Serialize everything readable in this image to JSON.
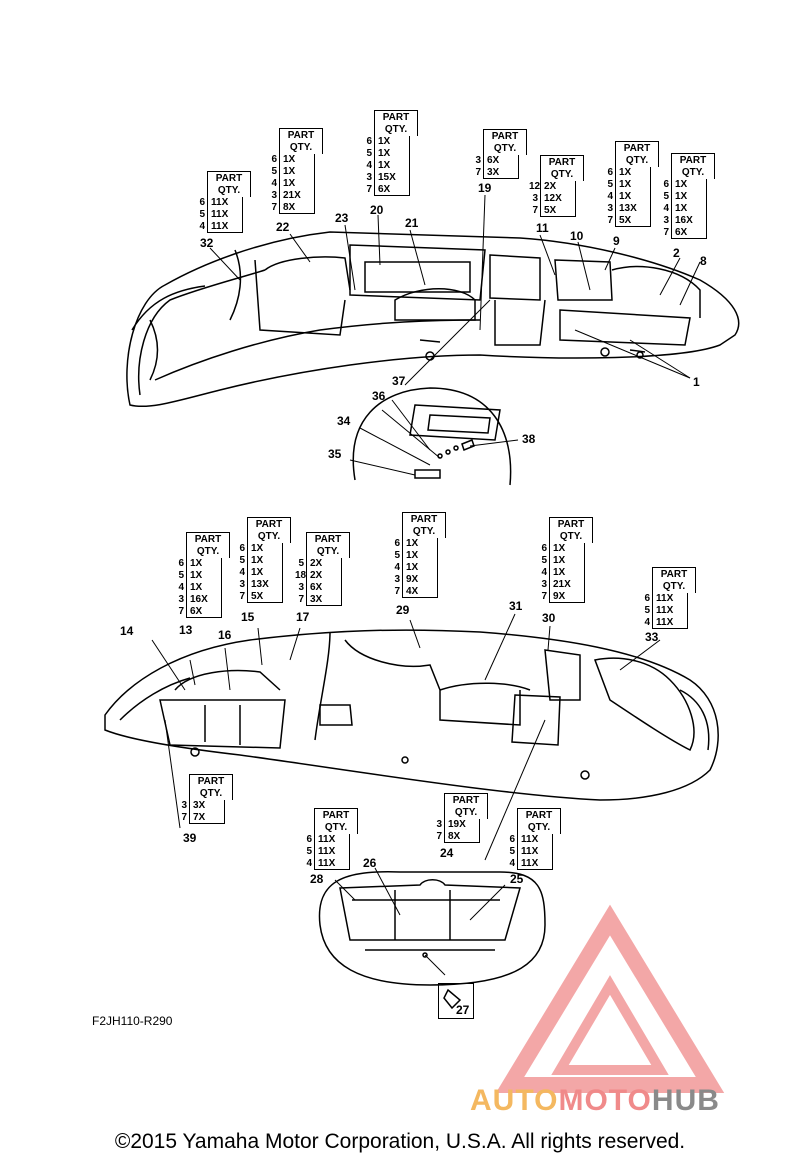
{
  "diagram_code": "F2JH110-R290",
  "copyright": "©2015 Yamaha Motor Corporation, U.S.A. All rights reserved.",
  "watermark": {
    "part1": "AUTO",
    "part2": "MOTO",
    "part3": "HUB",
    "colors": {
      "auto": "#f4b860",
      "moto": "#f08a8a",
      "hub": "#8a8a8a",
      "logo": "#f08a8a"
    }
  },
  "qty_header": "PART QTY.",
  "tables": [
    {
      "id": "t32",
      "rows": [
        [
          "6",
          "11X"
        ],
        [
          "5",
          "11X"
        ],
        [
          "4",
          "11X"
        ]
      ]
    },
    {
      "id": "t22",
      "rows": [
        [
          "6",
          "1X"
        ],
        [
          "5",
          "1X"
        ],
        [
          "4",
          "1X"
        ],
        [
          "3",
          "21X"
        ],
        [
          "7",
          "8X"
        ]
      ]
    },
    {
      "id": "t20",
      "rows": [
        [
          "6",
          "1X"
        ],
        [
          "5",
          "1X"
        ],
        [
          "4",
          "1X"
        ],
        [
          "3",
          "15X"
        ],
        [
          "7",
          "6X"
        ]
      ]
    },
    {
      "id": "t19",
      "rows": [
        [
          "3",
          "6X"
        ],
        [
          "7",
          "3X"
        ]
      ]
    },
    {
      "id": "t11",
      "rows": [
        [
          "12",
          "2X"
        ],
        [
          "3",
          "12X"
        ],
        [
          "7",
          "5X"
        ]
      ]
    },
    {
      "id": "t9",
      "rows": [
        [
          "6",
          "1X"
        ],
        [
          "5",
          "1X"
        ],
        [
          "4",
          "1X"
        ],
        [
          "3",
          "13X"
        ],
        [
          "7",
          "5X"
        ]
      ]
    },
    {
      "id": "t2",
      "rows": [
        [
          "6",
          "1X"
        ],
        [
          "5",
          "1X"
        ],
        [
          "4",
          "1X"
        ],
        [
          "3",
          "16X"
        ],
        [
          "7",
          "6X"
        ]
      ]
    },
    {
      "id": "t13",
      "rows": [
        [
          "6",
          "1X"
        ],
        [
          "5",
          "1X"
        ],
        [
          "4",
          "1X"
        ],
        [
          "3",
          "16X"
        ],
        [
          "7",
          "6X"
        ]
      ]
    },
    {
      "id": "t15",
      "rows": [
        [
          "6",
          "1X"
        ],
        [
          "5",
          "1X"
        ],
        [
          "4",
          "1X"
        ],
        [
          "3",
          "13X"
        ],
        [
          "7",
          "5X"
        ]
      ]
    },
    {
      "id": "t17",
      "rows": [
        [
          "5",
          "2X"
        ],
        [
          "18",
          "2X"
        ],
        [
          "3",
          "6X"
        ],
        [
          "7",
          "3X"
        ]
      ]
    },
    {
      "id": "t29",
      "rows": [
        [
          "6",
          "1X"
        ],
        [
          "5",
          "1X"
        ],
        [
          "4",
          "1X"
        ],
        [
          "3",
          "9X"
        ],
        [
          "7",
          "4X"
        ]
      ]
    },
    {
      "id": "t30",
      "rows": [
        [
          "6",
          "1X"
        ],
        [
          "5",
          "1X"
        ],
        [
          "4",
          "1X"
        ],
        [
          "3",
          "21X"
        ],
        [
          "7",
          "9X"
        ]
      ]
    },
    {
      "id": "t33",
      "rows": [
        [
          "6",
          "11X"
        ],
        [
          "5",
          "11X"
        ],
        [
          "4",
          "11X"
        ]
      ]
    },
    {
      "id": "t39",
      "rows": [
        [
          "3",
          "3X"
        ],
        [
          "7",
          "7X"
        ]
      ]
    },
    {
      "id": "t28",
      "rows": [
        [
          "6",
          "11X"
        ],
        [
          "5",
          "11X"
        ],
        [
          "4",
          "11X"
        ]
      ]
    },
    {
      "id": "t24",
      "rows": [
        [
          "3",
          "19X"
        ],
        [
          "7",
          "8X"
        ]
      ]
    },
    {
      "id": "t25",
      "rows": [
        [
          "6",
          "11X"
        ],
        [
          "5",
          "11X"
        ],
        [
          "4",
          "11X"
        ]
      ]
    }
  ],
  "callouts": {
    "c32": "32",
    "c22": "22",
    "c23": "23",
    "c20": "20",
    "c21": "21",
    "c19": "19",
    "c11": "11",
    "c10": "10",
    "c9": "9",
    "c2": "2",
    "c8": "8",
    "c1": "1",
    "c37": "37",
    "c36": "36",
    "c34": "34",
    "c35": "35",
    "c38": "38",
    "c14": "14",
    "c13": "13",
    "c16": "16",
    "c15": "15",
    "c17": "17",
    "c29": "29",
    "c31": "31",
    "c30": "30",
    "c33": "33",
    "c39": "39",
    "c28": "28",
    "c26": "26",
    "c24": "24",
    "c25": "25",
    "c27": "27"
  }
}
